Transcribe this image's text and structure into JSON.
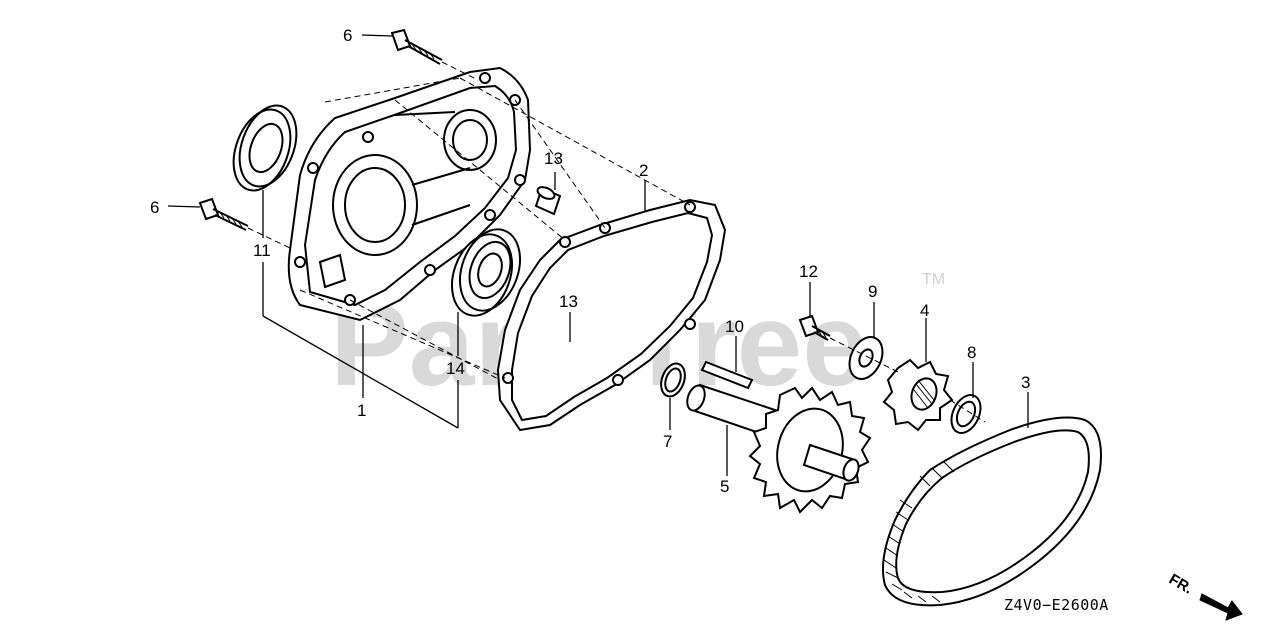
{
  "watermark": {
    "text": "PartsTree",
    "trademark": "TM"
  },
  "diagram_code": "Z4V0−E2600A",
  "direction_label": "FR.",
  "callouts": {
    "c1": "1",
    "c2": "2",
    "c3": "3",
    "c4": "4",
    "c5": "5",
    "c6a": "6",
    "c6b": "6",
    "c7": "7",
    "c8": "8",
    "c9": "9",
    "c10": "10",
    "c11": "11",
    "c12": "12",
    "c13a": "13",
    "c13b": "13",
    "c14": "14"
  }
}
